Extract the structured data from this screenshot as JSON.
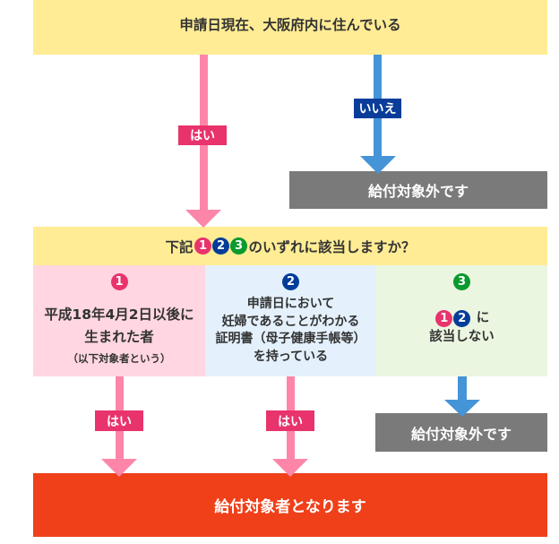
{
  "start": {
    "text": "申請日現在、大阪府内に住んでいる"
  },
  "branches": {
    "yes_label": "はい",
    "no_label": "いいえ"
  },
  "not_eligible_1": {
    "text": "給付対象外です"
  },
  "question": {
    "prefix": "下記",
    "suffix": "のいずれに該当しますか？"
  },
  "badges": [
    {
      "num": "1",
      "color": "#e8336c"
    },
    {
      "num": "2",
      "color": "#003d99"
    },
    {
      "num": "3",
      "color": "#0a9a2e"
    }
  ],
  "options": [
    {
      "lines": [
        "平成18年4月2日以後に",
        "生まれた者"
      ],
      "note": "（以下対象者という）"
    },
    {
      "lines": [
        "申請日において",
        "妊婦であることがわかる",
        "証明書（母子健康手帳等）",
        "を持っている"
      ]
    },
    {
      "line1_suffix": "に",
      "line2": "該当しない"
    }
  ],
  "option_yes_labels": [
    "はい",
    "はい"
  ],
  "not_eligible_2": {
    "text": "給付対象外です"
  },
  "result": {
    "text": "給付対象者となります"
  },
  "colors": {
    "yellow": "#ffec95",
    "pink-cell": "#ffd6e1",
    "blue-cell": "#e4f1fd",
    "green-cell": "#ebf6e0",
    "pink-arrow": "#fd86a8",
    "yes-label": "#e8336c",
    "blue-arrow": "#4594d8",
    "no-label": "#0a3d9a",
    "gray-box": "#7a7a7a",
    "orange-box": "#ef4019"
  }
}
